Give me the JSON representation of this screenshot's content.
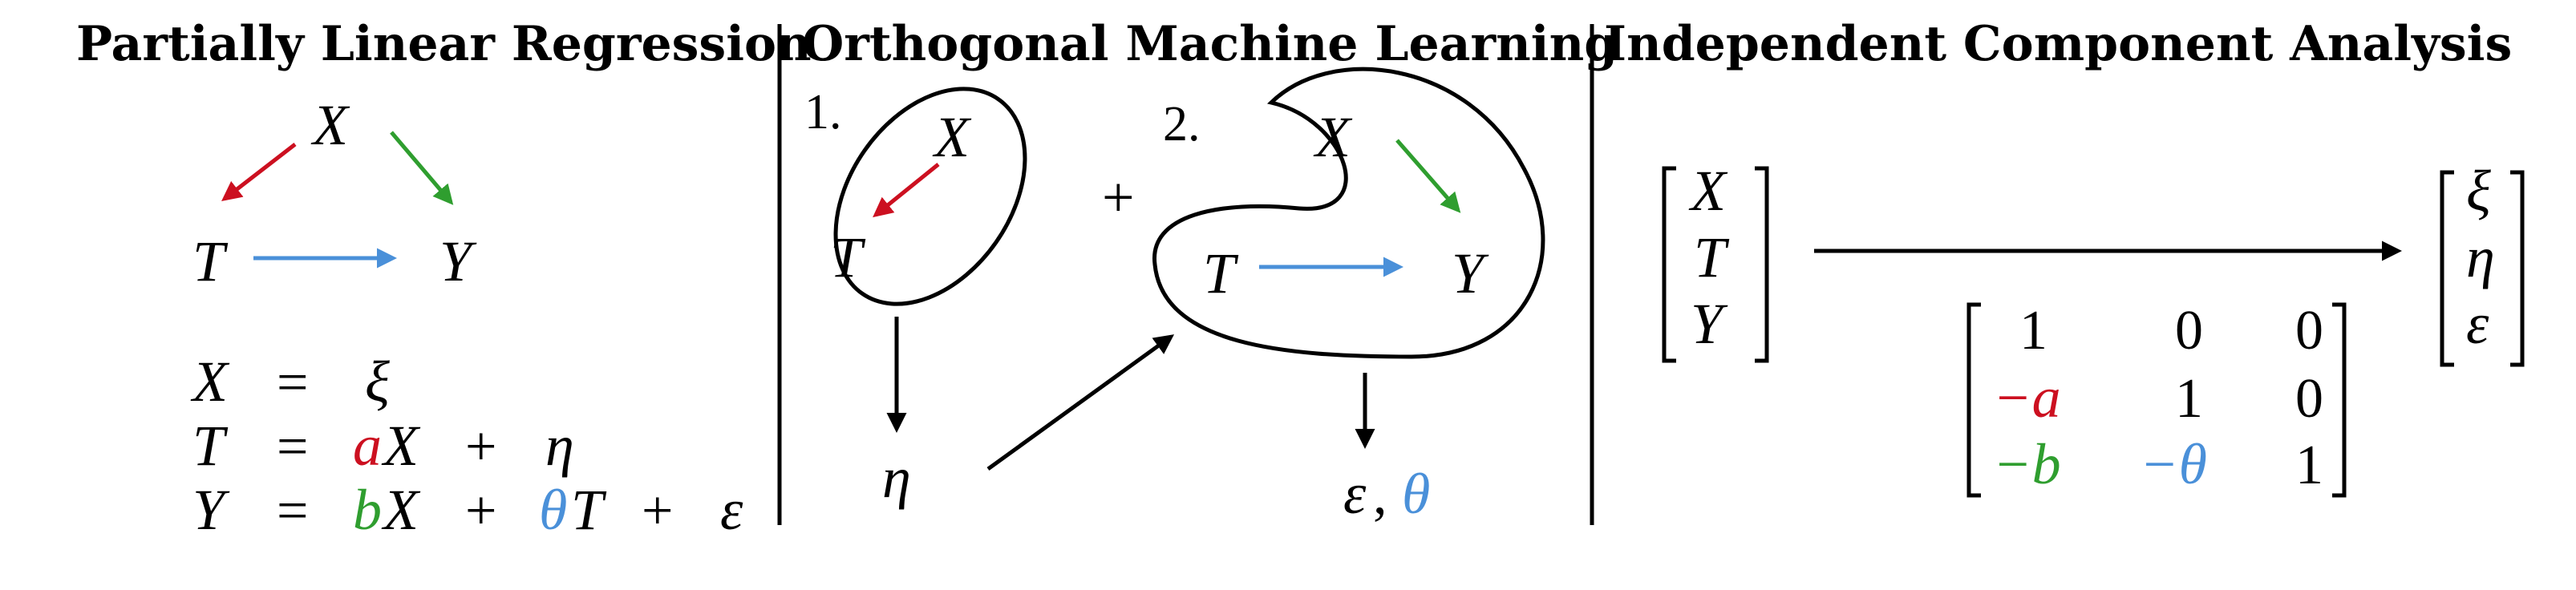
{
  "colors": {
    "red": "#cc1020",
    "green": "#2f9e2f",
    "blue": "#4a90d9",
    "black": "#000000"
  },
  "headings": {
    "plr": "Partially Linear Regression",
    "oml": "Orthogonal Machine Learning",
    "ica": "Independent Component Analysis"
  },
  "plr": {
    "nodes": {
      "x": "X",
      "t": "T",
      "y": "Y"
    },
    "eq1": {
      "lhs": "X",
      "eq": "=",
      "rhs": "ξ"
    },
    "eq2": {
      "lhs": "T",
      "eq": "=",
      "coef": "a",
      "var": "X",
      "plus": "+",
      "noise": "η"
    },
    "eq3": {
      "lhs": "Y",
      "eq": "=",
      "coef1": "b",
      "var1": "X",
      "plus1": "+",
      "coef2": "θ",
      "var2": "T",
      "plus2": "+",
      "noise": "ε"
    }
  },
  "oml": {
    "step1": {
      "label": "1.",
      "x": "X",
      "t": "T",
      "output": "η"
    },
    "plus": "+",
    "step2": {
      "label": "2.",
      "x": "X",
      "t": "T",
      "y": "Y",
      "output_eps": "ε",
      "output_sep": ",",
      "output_theta": "θ"
    }
  },
  "ica": {
    "input_vector": [
      "X",
      "T",
      "Y"
    ],
    "output_vector": [
      "ξ",
      "η",
      "ε"
    ],
    "matrix": [
      [
        "1",
        "0",
        "0"
      ],
      [
        "−a",
        "1",
        "0"
      ],
      [
        "−b",
        "−θ",
        "1"
      ]
    ]
  }
}
